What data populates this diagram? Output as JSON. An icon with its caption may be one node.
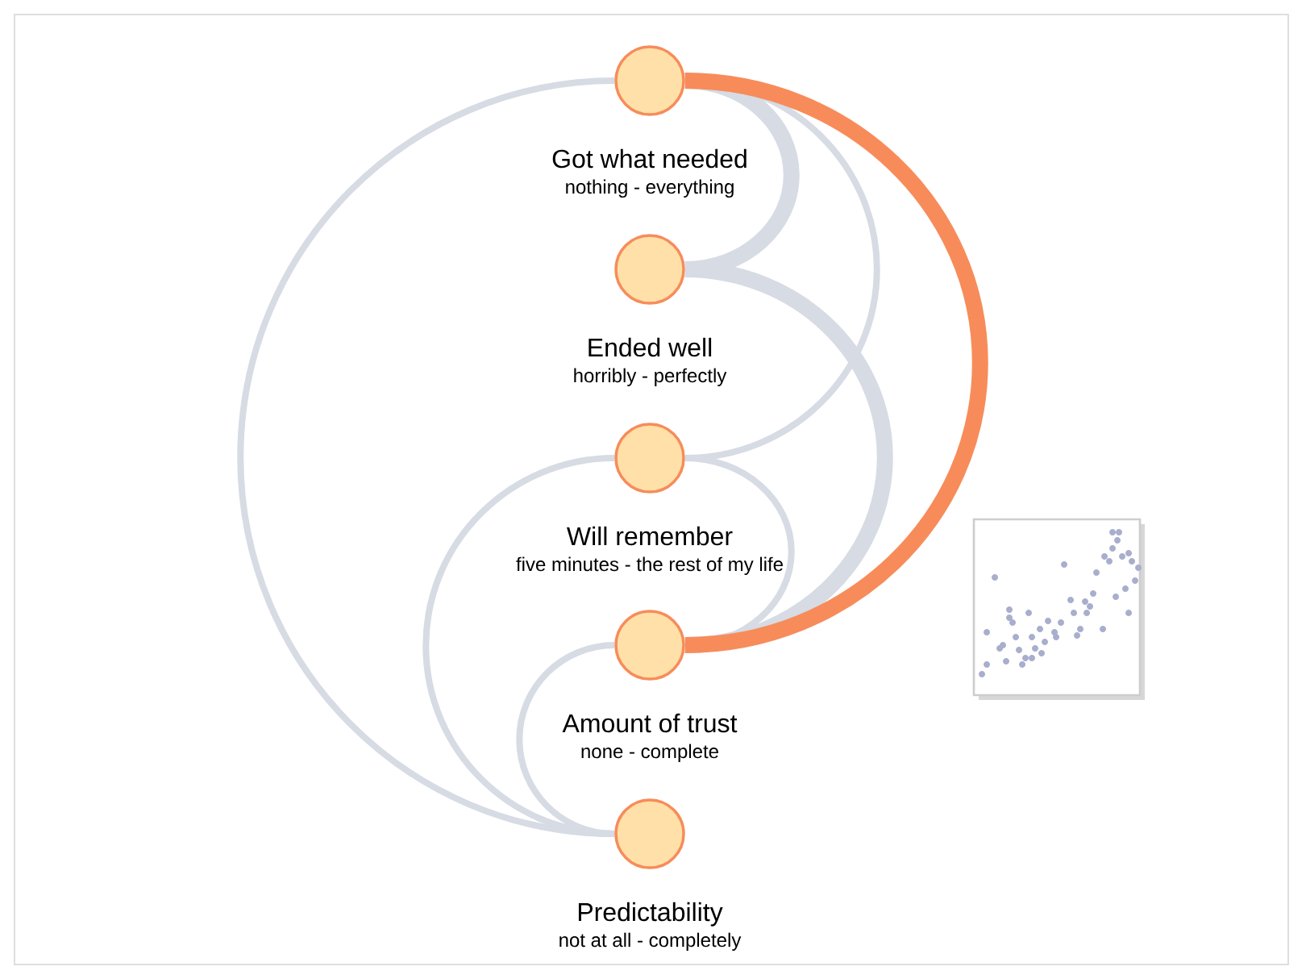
{
  "diagram": {
    "nodes": [
      {
        "text": [
          "Got what needed",
          "nothing - everything"
        ]
      },
      {
        "text": [
          "Ended well",
          "horribly - perfectly"
        ]
      },
      {
        "text": [
          "Will remember",
          "five minutes - the rest of my life"
        ]
      },
      {
        "text": [
          "Amount of trust",
          "none - complete"
        ]
      },
      {
        "text": [
          "Predictability",
          "not at all - completely"
        ]
      }
    ],
    "edges": [
      {
        "from": 0,
        "to": 4,
        "arrow": "none"
      },
      {
        "from": 0,
        "to": 2,
        "arrow": "none"
      },
      {
        "from": 2,
        "to": 4,
        "arrow": "none"
      },
      {
        "from": 2,
        "to": 3,
        "arrow": "none"
      },
      {
        "from": 3,
        "to": 4,
        "arrow": "none"
      },
      {
        "from": 0,
        "to": 1,
        "arrow": "none",
        "style": "thick"
      },
      {
        "from": 1,
        "to": 3,
        "arrow": "none",
        "style": "thick"
      },
      {
        "from": 0,
        "to": 3,
        "arrow": "none",
        "style": "thick",
        "color": "#f78c5a"
      }
    ]
  }
}
